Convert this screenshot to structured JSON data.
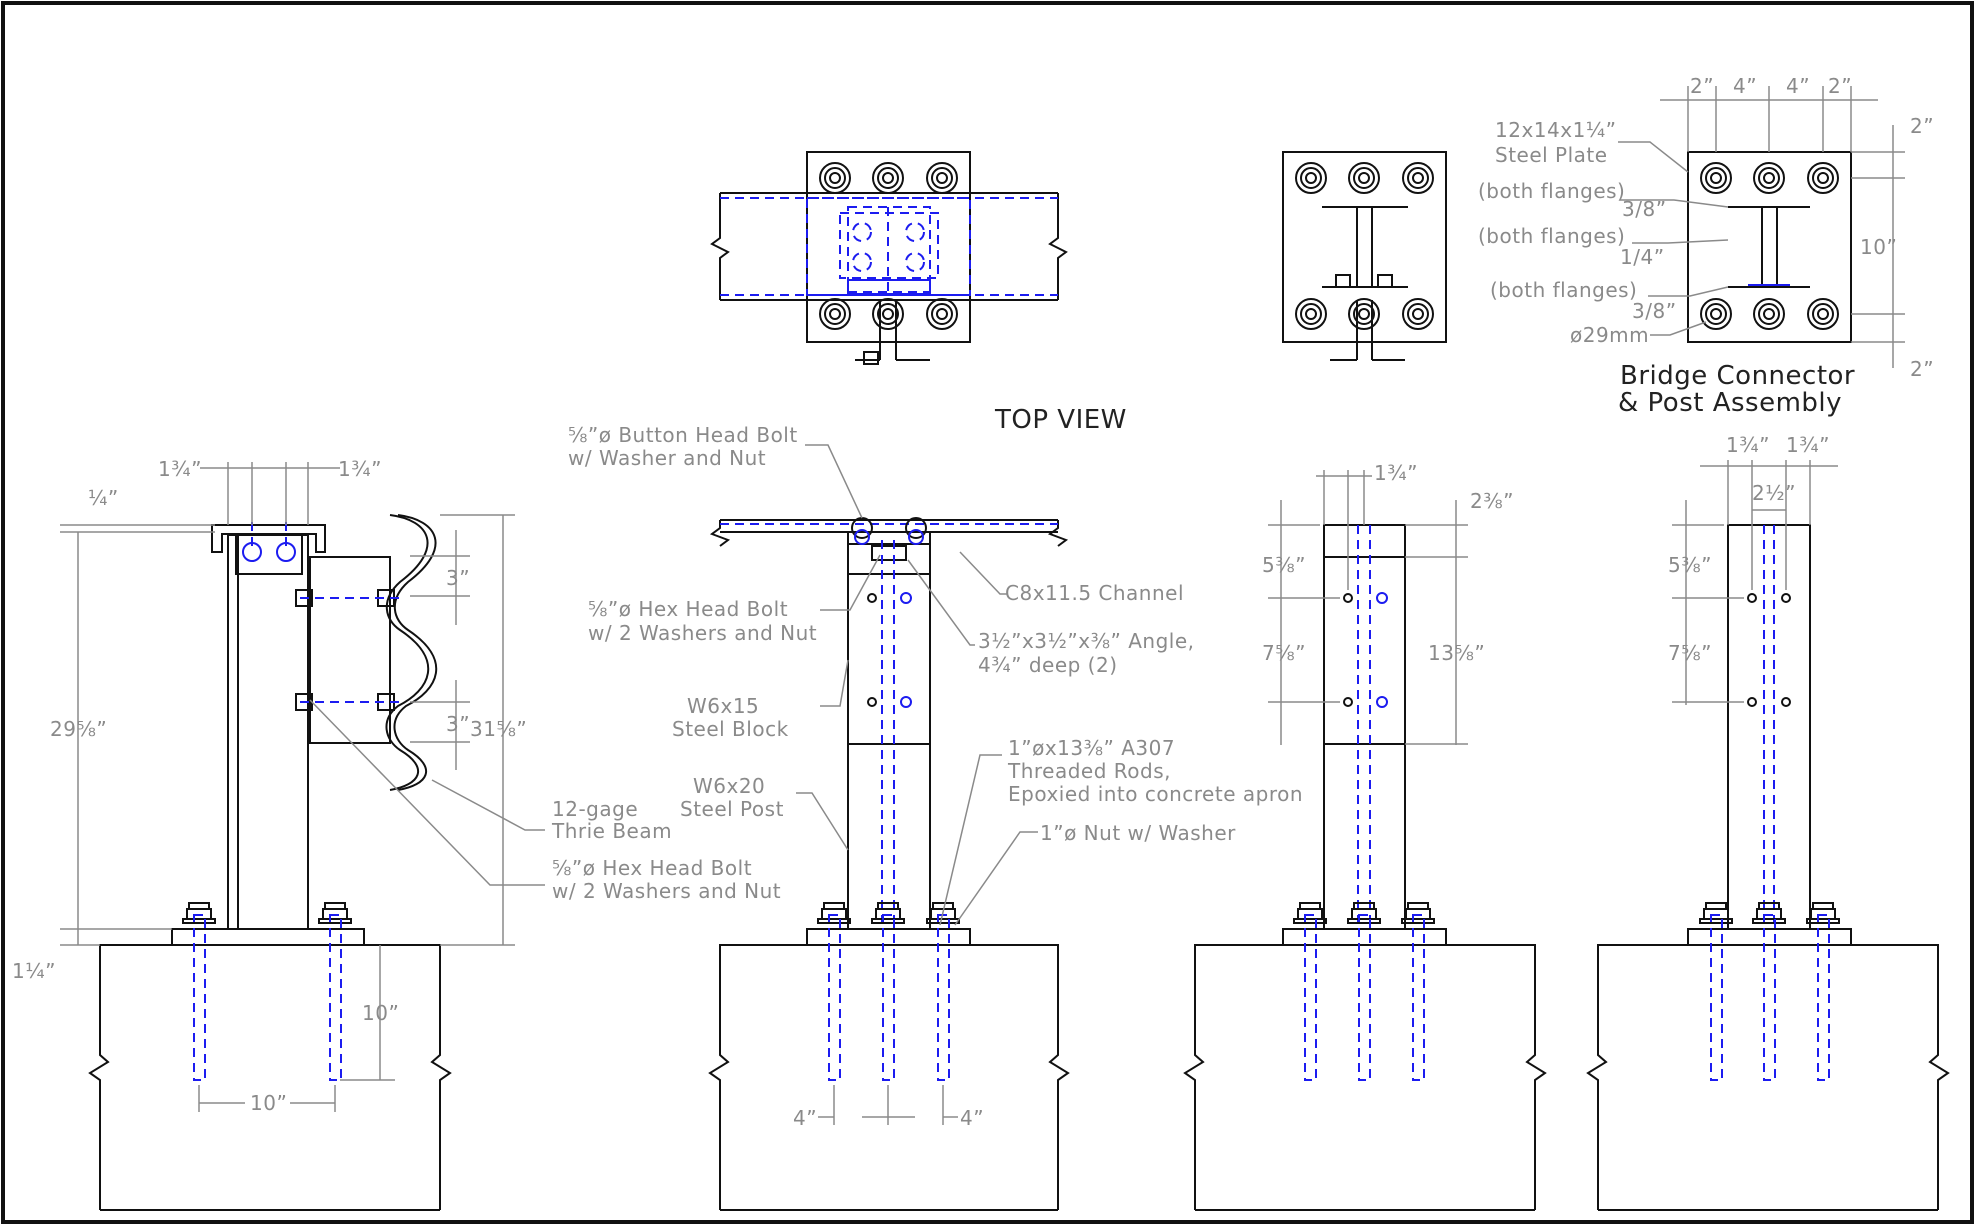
{
  "views": {
    "top_view_title": "TOP VIEW",
    "assembly_title_line1": "Bridge Connector",
    "assembly_title_line2": "& Post Assembly"
  },
  "labels": {
    "plate_1": "12x14x1¼”",
    "plate_2": "Steel Plate",
    "weld_1": "(both flanges)",
    "weld_1_size": "3/8”",
    "weld_2": "(both flanges)",
    "weld_2_size": "1/4”",
    "weld_3": "(both flanges)",
    "weld_3_size": "3/8”",
    "hole_dia": "ø29mm",
    "button_bolt_1": "⅝”ø Button Head Bolt",
    "button_bolt_2": "w/ Washer and Nut",
    "hex_bolt_1": "⅝”ø Hex Head Bolt",
    "hex_bolt_2": "w/ 2 Washers and Nut",
    "channel": "C8x11.5 Channel",
    "angle_1": "3½”x3½”x⅜” Angle,",
    "angle_2": "4¾” deep (2)",
    "block_1": "W6x15",
    "block_2": "Steel Block",
    "rods_1": "1”øx13⅜” A307",
    "rods_2": "Threaded Rods,",
    "rods_3": "Epoxied into concrete apron",
    "post_1": "W6x20",
    "post_2": "Steel Post",
    "nut": "1”ø Nut w/ Washer",
    "thrie_1": "12-gage",
    "thrie_2": "Thrie Beam",
    "hex_bolt_b1": "⅝”ø Hex Head Bolt",
    "hex_bolt_b2": "w/ 2 Washers and Nut"
  },
  "dimensions": {
    "top_2a": "2”",
    "top_4a": "4”",
    "top_4b": "4”",
    "top_2b": "2”",
    "right_2a": "2”",
    "right_10": "10”",
    "right_2b": "2”",
    "side_134a": "1¾”",
    "side_134b": "1¾”",
    "side_14": "¼”",
    "side_2958": "29⅝”",
    "side_3a": "3”",
    "side_3b": "3”",
    "side_3158": "31⅝”",
    "side_114": "1¼”",
    "side_10v": "10”",
    "side_10h": "10”",
    "front_4a": "4”",
    "front_4b": "4”",
    "r1_134": "1¾”",
    "r1_238": "2⅜”",
    "r1_538": "5⅜”",
    "r1_758": "7⅝”",
    "r1_1358": "13⅝”",
    "r2_134a": "1¾”",
    "r2_134b": "1¾”",
    "r2_212": "2½”",
    "r2_538": "5⅜”",
    "r2_758": "7⅝”"
  },
  "colors": {
    "object": "#111111",
    "annotation": "#8a8a8a",
    "hidden": "#1c1cf0"
  }
}
